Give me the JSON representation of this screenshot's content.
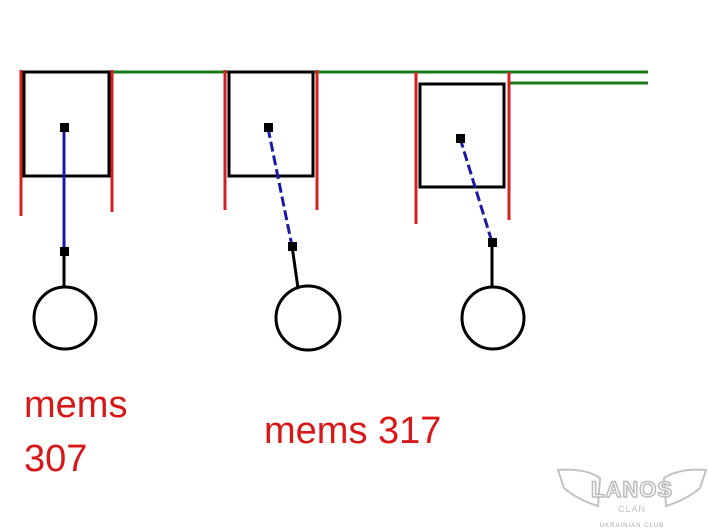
{
  "labels": {
    "left_line1": "mems",
    "left_line2": "307",
    "right": "mems 317"
  },
  "logo": {
    "name": "LANOS",
    "sub": "CLAN",
    "tagline": "UKRAINIAN CLUB"
  },
  "colors": {
    "frame": "#d42020",
    "block": "#000000",
    "link": "#1a1aa8",
    "rail": "#1a7a1a",
    "label": "#d81818",
    "logo": "#b8b8b8"
  }
}
